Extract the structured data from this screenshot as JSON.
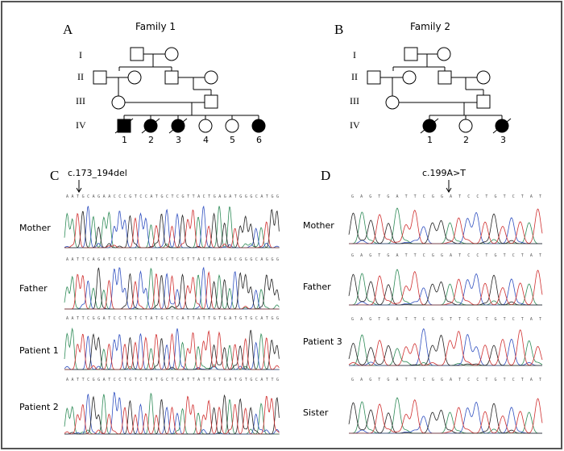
{
  "border_color": "#555555",
  "trace_colors": {
    "A": "#2e8b57",
    "C": "#3050c0",
    "G": "#222222",
    "T": "#d03030"
  },
  "panel_a": {
    "letter": "A",
    "title": "Family 1"
  },
  "panel_b": {
    "letter": "B",
    "title": "Family 2"
  },
  "panel_c": {
    "letter": "C",
    "mutation": "c.173_194del"
  },
  "panel_d": {
    "letter": "D",
    "mutation": "c.199A>T"
  },
  "generations": [
    "I",
    "II",
    "III",
    "IV"
  ],
  "family1_gen4_numbers": [
    "1",
    "2",
    "3",
    "4",
    "5",
    "6"
  ],
  "family2_gen4_numbers": [
    "1",
    "2",
    "3"
  ],
  "family1_gen4_status": [
    {
      "sex": "male",
      "affected": true,
      "deceased": true
    },
    {
      "sex": "female",
      "affected": true,
      "deceased": true
    },
    {
      "sex": "female",
      "affected": true,
      "deceased": true
    },
    {
      "sex": "female",
      "affected": false,
      "deceased": false
    },
    {
      "sex": "female",
      "affected": false,
      "deceased": false
    },
    {
      "sex": "female",
      "affected": true,
      "deceased": false
    }
  ],
  "family2_gen4_status": [
    {
      "sex": "female",
      "affected": true,
      "deceased": true
    },
    {
      "sex": "female",
      "affected": false,
      "deceased": false
    },
    {
      "sex": "female",
      "affected": true,
      "deceased": true
    }
  ],
  "panel_c_rows": [
    {
      "label": "Mother",
      "sequence": "AATGCAGAACCCGTCCATGCTCGTTACTGAGATGGGCATGG"
    },
    {
      "label": "Father",
      "sequence": "AATTCAGATCCCGTCCATGCTCGTTACTGAGACGGGCAGGG"
    },
    {
      "label": "Patient  1",
      "sequence": "AATTCGGATCCTGTCTATGCTCATTATTGTGATGTGCATGG"
    },
    {
      "label": "Patient  2",
      "sequence": "AATTCGGATCCTGTCTATGCTCATTATTGTGATGTGCATTG"
    }
  ],
  "panel_d_rows": [
    {
      "label": "Mother",
      "sequence": "GAGTGATTCGGATCCTGTCTAT"
    },
    {
      "label": "Father",
      "sequence": "GAGTGATTCGGATCCTGTCTAT"
    },
    {
      "label": "Patient  3",
      "sequence": "GAGTGATTCGGTTCCTGTCTAT"
    },
    {
      "label": "Sister",
      "sequence": "GAGTGATTCGGATCCTGTCTAT"
    }
  ]
}
